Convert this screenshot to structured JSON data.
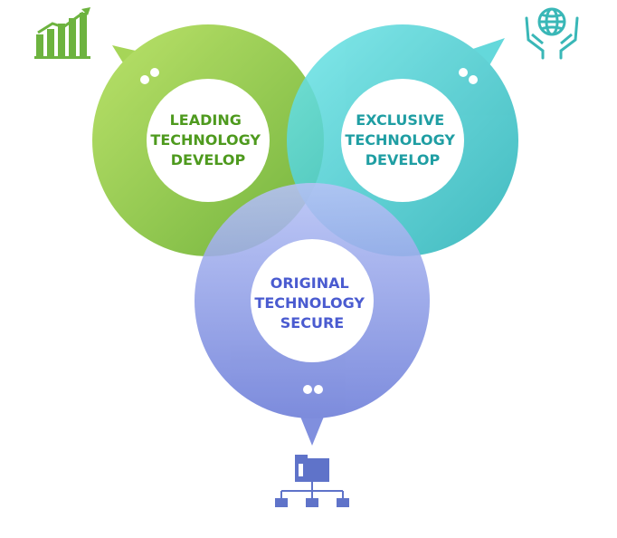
{
  "circles": [
    {
      "id": "leading",
      "lines": [
        "LEADING",
        "TECHNOLOGY",
        "DEVELOP"
      ],
      "ring_color": "#8cc63f",
      "text_color": "#4e9a1e",
      "icon": "growth-chart-icon"
    },
    {
      "id": "exclusive",
      "lines": [
        "EXCLUSIVE",
        "TECHNOLOGY",
        "DEVELOP"
      ],
      "ring_color": "#3cc8cc",
      "text_color": "#1f9ea3",
      "icon": "globe-hands-icon"
    },
    {
      "id": "original",
      "lines": [
        "ORIGINAL",
        "TECHNOLOGY",
        "SECURE"
      ],
      "ring_color": "#8092e0",
      "text_color": "#4a5bd0",
      "icon": "folder-hierarchy-icon"
    }
  ],
  "colors": {
    "green_light": "#b4de5a",
    "green_dark": "#6fb330",
    "teal_light": "#6fe3e6",
    "teal_dark": "#2bb5bb",
    "blue_light": "#b3bff3",
    "blue_dark": "#6f80da",
    "icon_green": "#6db33f",
    "icon_teal": "#39b7b7",
    "icon_blue": "#5f73c9"
  }
}
